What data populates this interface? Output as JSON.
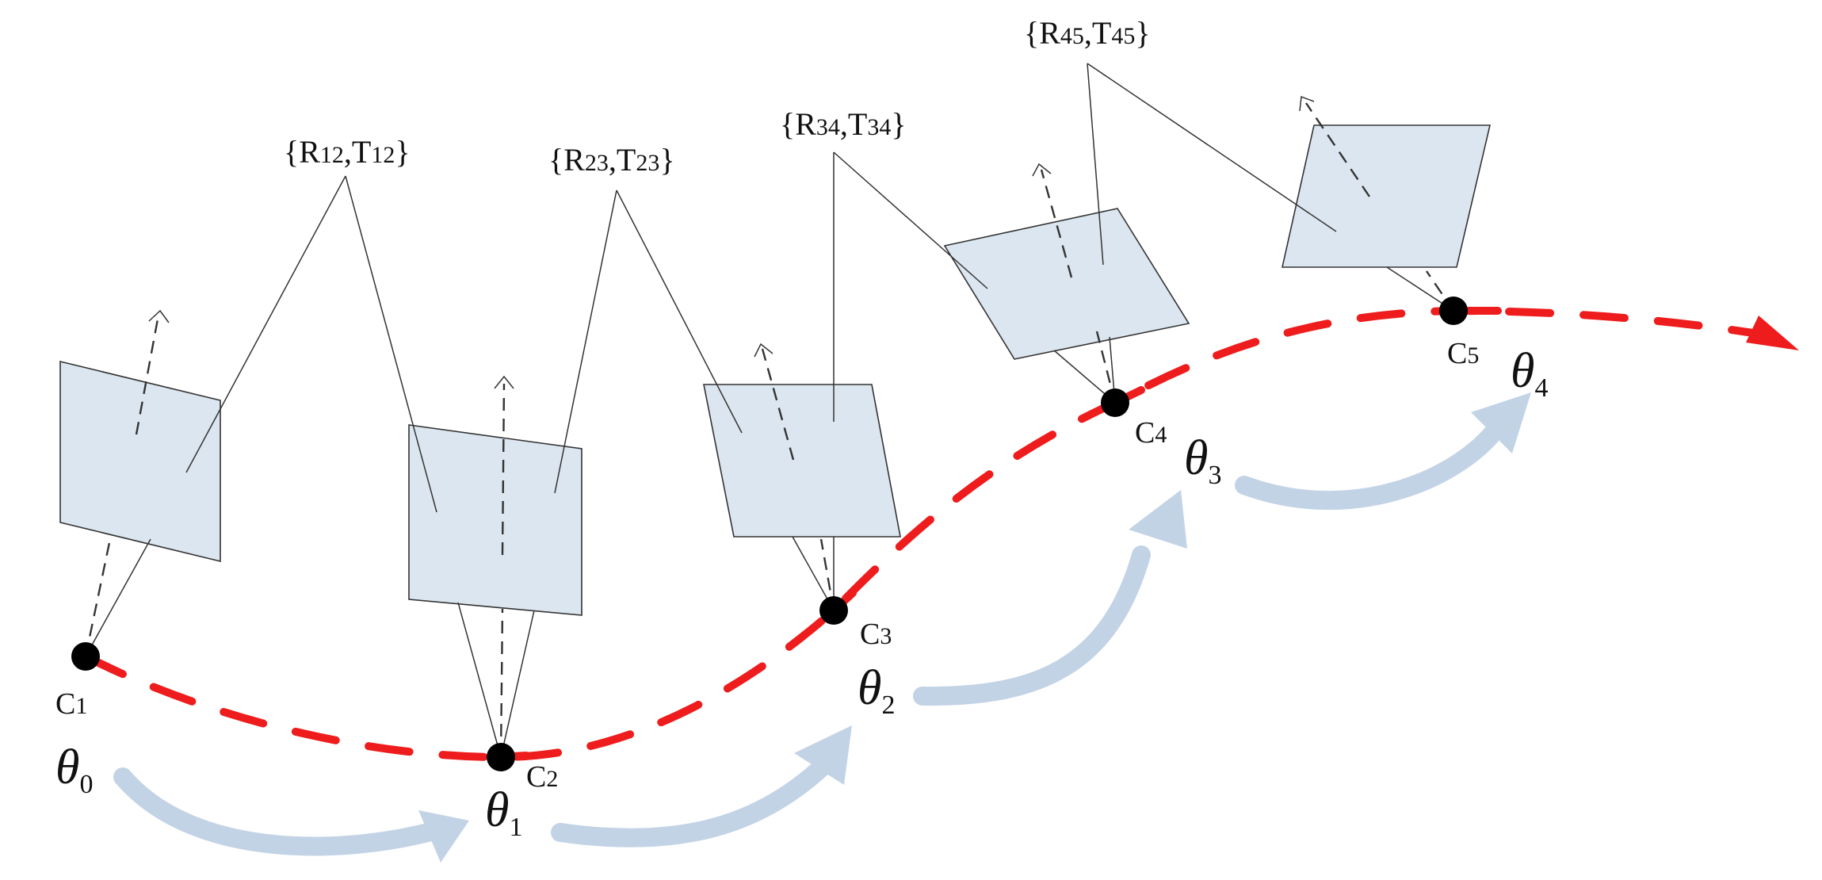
{
  "cameras": [
    "C",
    "C",
    "C",
    "C",
    "C"
  ],
  "camera_indices": [
    "1",
    "2",
    "3",
    "4",
    "5"
  ],
  "poses": [
    {
      "open": "{R",
      "i1": "12",
      "mid": ",T",
      "i2": "12",
      "close": "}"
    },
    {
      "open": "{R",
      "i1": "23",
      "mid": ",T",
      "i2": "23",
      "close": "}"
    },
    {
      "open": "{R",
      "i1": "34",
      "mid": ",T",
      "i2": "34",
      "close": "}"
    },
    {
      "open": "{R",
      "i1": "45",
      "mid": ",T",
      "i2": "45",
      "close": "}"
    }
  ],
  "thetas": [
    {
      "symbol": "θ",
      "sub": "0"
    },
    {
      "symbol": "θ",
      "sub": "1"
    },
    {
      "symbol": "θ",
      "sub": "2"
    },
    {
      "symbol": "θ",
      "sub": "3"
    },
    {
      "symbol": "θ",
      "sub": "4"
    }
  ],
  "colors": {
    "trajectory": "#ee1c1c",
    "image_plane": "#dce6f0",
    "flow_arrow": "#c3d3e6",
    "camera_center": "#000000"
  }
}
